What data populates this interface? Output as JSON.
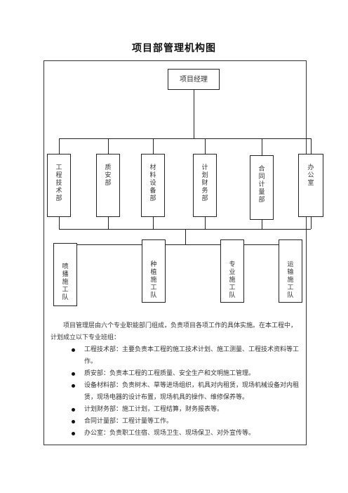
{
  "title": "项目部管理机构图",
  "org": {
    "root": "项目经理",
    "departments": [
      {
        "label": "工程技术部"
      },
      {
        "label": "质安部"
      },
      {
        "label": "材料设备部"
      },
      {
        "label": "计划财务部"
      },
      {
        "label": "合同计量部"
      },
      {
        "label": "办公室"
      }
    ],
    "teams": [
      {
        "label": "喷播施工队"
      },
      {
        "label": "种植施工队"
      },
      {
        "label": "专业施工队"
      },
      {
        "label": "运输施工队"
      }
    ]
  },
  "description": {
    "intro": "项目管理层由六个专业职能部门组成，负责项目各项工作的具体实施。在本工程中，计划成立以下专业班组：",
    "items": [
      "工程技术部：主要负责本工程的施工技术计划、施工测量、工程技术资料等工作。",
      "质安部：负责本工程的工程质量、安全生产和文明施工管理。",
      "设备材料部：负责树木、草等进场组织，机具对内租赁，现场机械设备对内租赁，现场电器的设计布置，现场机具的操作、维修保养等。",
      "计划财务部：施工计划，工程结算，财务报表等。",
      "合同计量部：工程计量等工作。",
      "办公室：负责职工住宿、现场卫生、现场保卫、对外宣传等。"
    ]
  }
}
